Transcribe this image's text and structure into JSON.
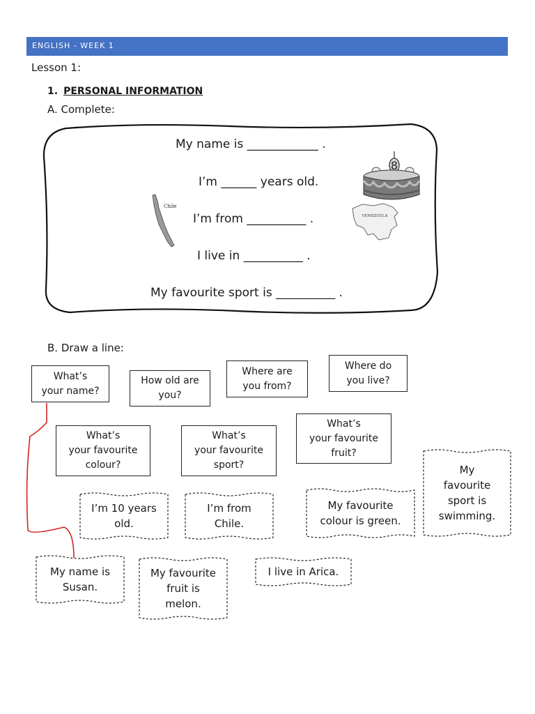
{
  "header": {
    "title": "ENGLISH - WEEK 1"
  },
  "lesson": "Lesson 1:",
  "section": {
    "number": "1.",
    "title": "PERSONAL INFORMATION"
  },
  "part_a": {
    "label": "A. Complete:",
    "sentences": [
      "My name is ____________ .",
      "I’m ______ years old.",
      "I’m from __________ .",
      "I live in __________ .",
      "My favourite sport is __________ ."
    ],
    "map_labels": {
      "chile": "Chile",
      "venezuela": "VENEZUELA"
    },
    "cake_number": "8"
  },
  "part_b": {
    "label": "B. Draw a line:",
    "questions": [
      "What’s\nyour name?",
      "How old are\nyou?",
      "Where are\nyou from?",
      "Where do\nyou live?",
      "What’s\nyour favourite\ncolour?",
      "What’s\nyour favourite\nsport?",
      "What’s\nyour favourite\nfruit?"
    ],
    "answers": [
      "I’m 10 years\nold.",
      "I’m from\nChile.",
      "My favourite\ncolour is green.",
      "My\nfavourite\nsport is\nswimming.",
      "My name is\nSusan.",
      "My favourite\nfruit is\nmelon.",
      "I live in Arica."
    ],
    "connector_color": "#d62020"
  },
  "colors": {
    "header_bar": "#4472c4"
  }
}
